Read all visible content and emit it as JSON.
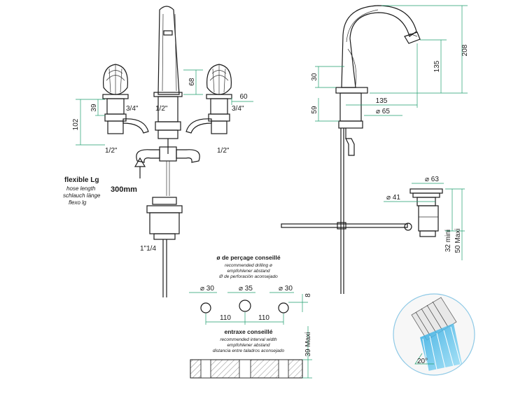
{
  "colors": {
    "line": "#1a1a1a",
    "dimension": "#1e9e6e",
    "spray": "#5ec8ec"
  },
  "front_view": {
    "dims": {
      "h102": "102",
      "h39": "39",
      "h68": "68",
      "w60": "60",
      "thread_left": "3/4\"",
      "thread_right": "3/4\"",
      "thread_center": "1/2\"",
      "inlet_left": "1/2\"",
      "inlet_right": "1/2\"",
      "waste": "1\"1/4"
    },
    "hose": {
      "title": "flexible Lg",
      "line1": "hose length",
      "line2": "schlauch länge",
      "line3": "flexo lg",
      "length": "300mm"
    }
  },
  "side_view": {
    "dims": {
      "h208": "208",
      "h135v": "135",
      "h30": "30",
      "h59": "59",
      "w135": "135",
      "d65": "⌀ 65"
    }
  },
  "drain": {
    "dims": {
      "d63": "⌀ 63",
      "d41": "⌀ 41",
      "min": "32 mini",
      "max": "50 Maxi"
    }
  },
  "drilling": {
    "title": "ø de perçage conseillé",
    "line1": "recommended drilling ø",
    "line2": "empfohlener abstand",
    "line3": "Ø de perforación aconsejado",
    "d1": "⌀ 30",
    "d2": "⌀ 35",
    "d3": "⌀ 30",
    "gap1": "110",
    "gap2": "110",
    "h8": "8"
  },
  "interval": {
    "title": "entraxe conseillé",
    "line1": "recommended interval width",
    "line2": "empfohlener abstand",
    "line3": "distancia entre taladros aconsejado",
    "max": "39 Maxi"
  },
  "spray": {
    "angle": "20°"
  }
}
